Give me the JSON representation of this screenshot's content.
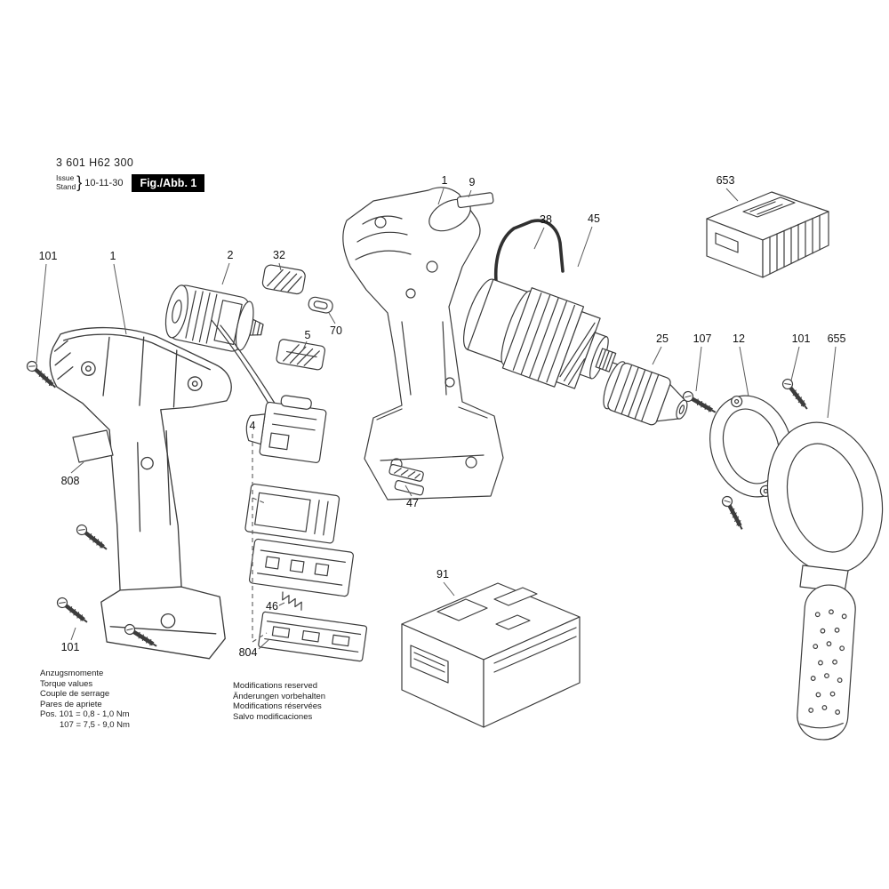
{
  "colors": {
    "background": "#ffffff",
    "line": "#3c3c3c",
    "badge_bg": "#000000",
    "badge_text": "#ffffff"
  },
  "header": {
    "part_number": "3 601 H62 300",
    "issue_label": "Issue",
    "stand_label": "Stand",
    "brace": "}",
    "date": "10-11-30",
    "figure_label": "Fig./Abb. 1"
  },
  "callouts": [
    {
      "label": "101"
    },
    {
      "label": "1"
    },
    {
      "label": "2"
    },
    {
      "label": "32"
    },
    {
      "label": "5"
    },
    {
      "label": "70"
    },
    {
      "label": "1"
    },
    {
      "label": "9"
    },
    {
      "label": "38"
    },
    {
      "label": "45"
    },
    {
      "label": "653"
    },
    {
      "label": "25"
    },
    {
      "label": "107"
    },
    {
      "label": "12"
    },
    {
      "label": "101"
    },
    {
      "label": "655"
    },
    {
      "label": "808"
    },
    {
      "label": "4"
    },
    {
      "label": "47"
    },
    {
      "label": "91"
    },
    {
      "label": "46"
    },
    {
      "label": "804"
    },
    {
      "label": "101"
    }
  ],
  "notes": {
    "torque": [
      "Anzugsmomente",
      "Torque values",
      "Couple de serrage",
      "Pares de apriete",
      "Pos. 101 = 0,8 - 1,0 Nm",
      "107 = 7,5 - 9,0 Nm"
    ],
    "modifications": [
      "Modifications reserved",
      "Änderungen vorbehalten",
      "Modifications réservées",
      "Salvo modificaciones"
    ]
  }
}
